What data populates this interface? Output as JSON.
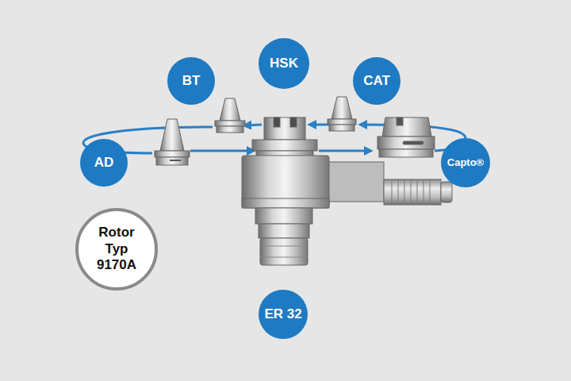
{
  "diagram": {
    "nodes": [
      {
        "text": [
          "HSK"
        ]
      },
      {
        "text": [
          "BT"
        ]
      },
      {
        "text": [
          "CAT"
        ]
      },
      {
        "text": [
          "AD"
        ]
      },
      {
        "text": [
          "Capto®"
        ]
      },
      {
        "text": [
          "Rotor Typ 9170A"
        ]
      },
      {
        "text": [
          "ER 32"
        ]
      }
    ]
  }
}
